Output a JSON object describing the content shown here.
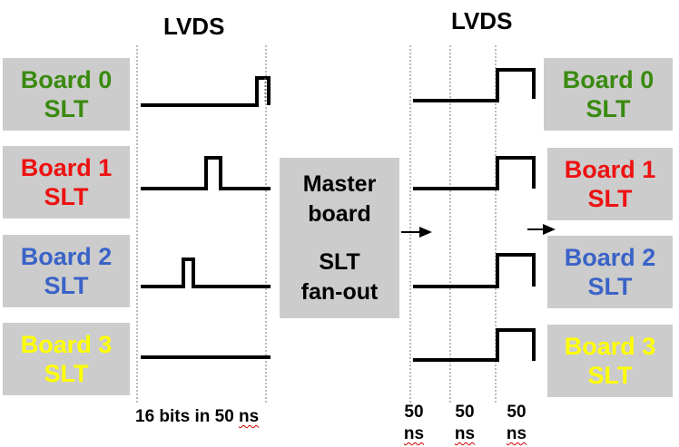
{
  "left_title": "LVDS",
  "right_title": "LVDS",
  "colors": {
    "board0": "#3a8a0f",
    "board1": "#ee1111",
    "board2": "#3a63c8",
    "board3": "#ffff00",
    "box_bg": "#cccccc"
  },
  "left_boards": [
    {
      "line1": "Board 0",
      "line2": "SLT"
    },
    {
      "line1": "Board 1",
      "line2": "SLT"
    },
    {
      "line1": "Board 2",
      "line2": "SLT"
    },
    {
      "line1": "Board 3",
      "line2": "SLT"
    }
  ],
  "right_boards": [
    {
      "line1": "Board 0",
      "line2": "SLT"
    },
    {
      "line1": "Board 1",
      "line2": "SLT"
    },
    {
      "line1": "Board 2",
      "line2": "SLT"
    },
    {
      "line1": "Board 3",
      "line2": "SLT"
    }
  ],
  "master": {
    "line1": "Master",
    "line2": "board",
    "line3": "SLT",
    "line4": "fan-out"
  },
  "left_caption": {
    "text": "16 bits in 50 ",
    "unit": "ns"
  },
  "right_captions": [
    {
      "value": "50",
      "unit": "ns"
    },
    {
      "value": "50",
      "unit": "ns"
    },
    {
      "value": "50",
      "unit": "ns"
    }
  ]
}
